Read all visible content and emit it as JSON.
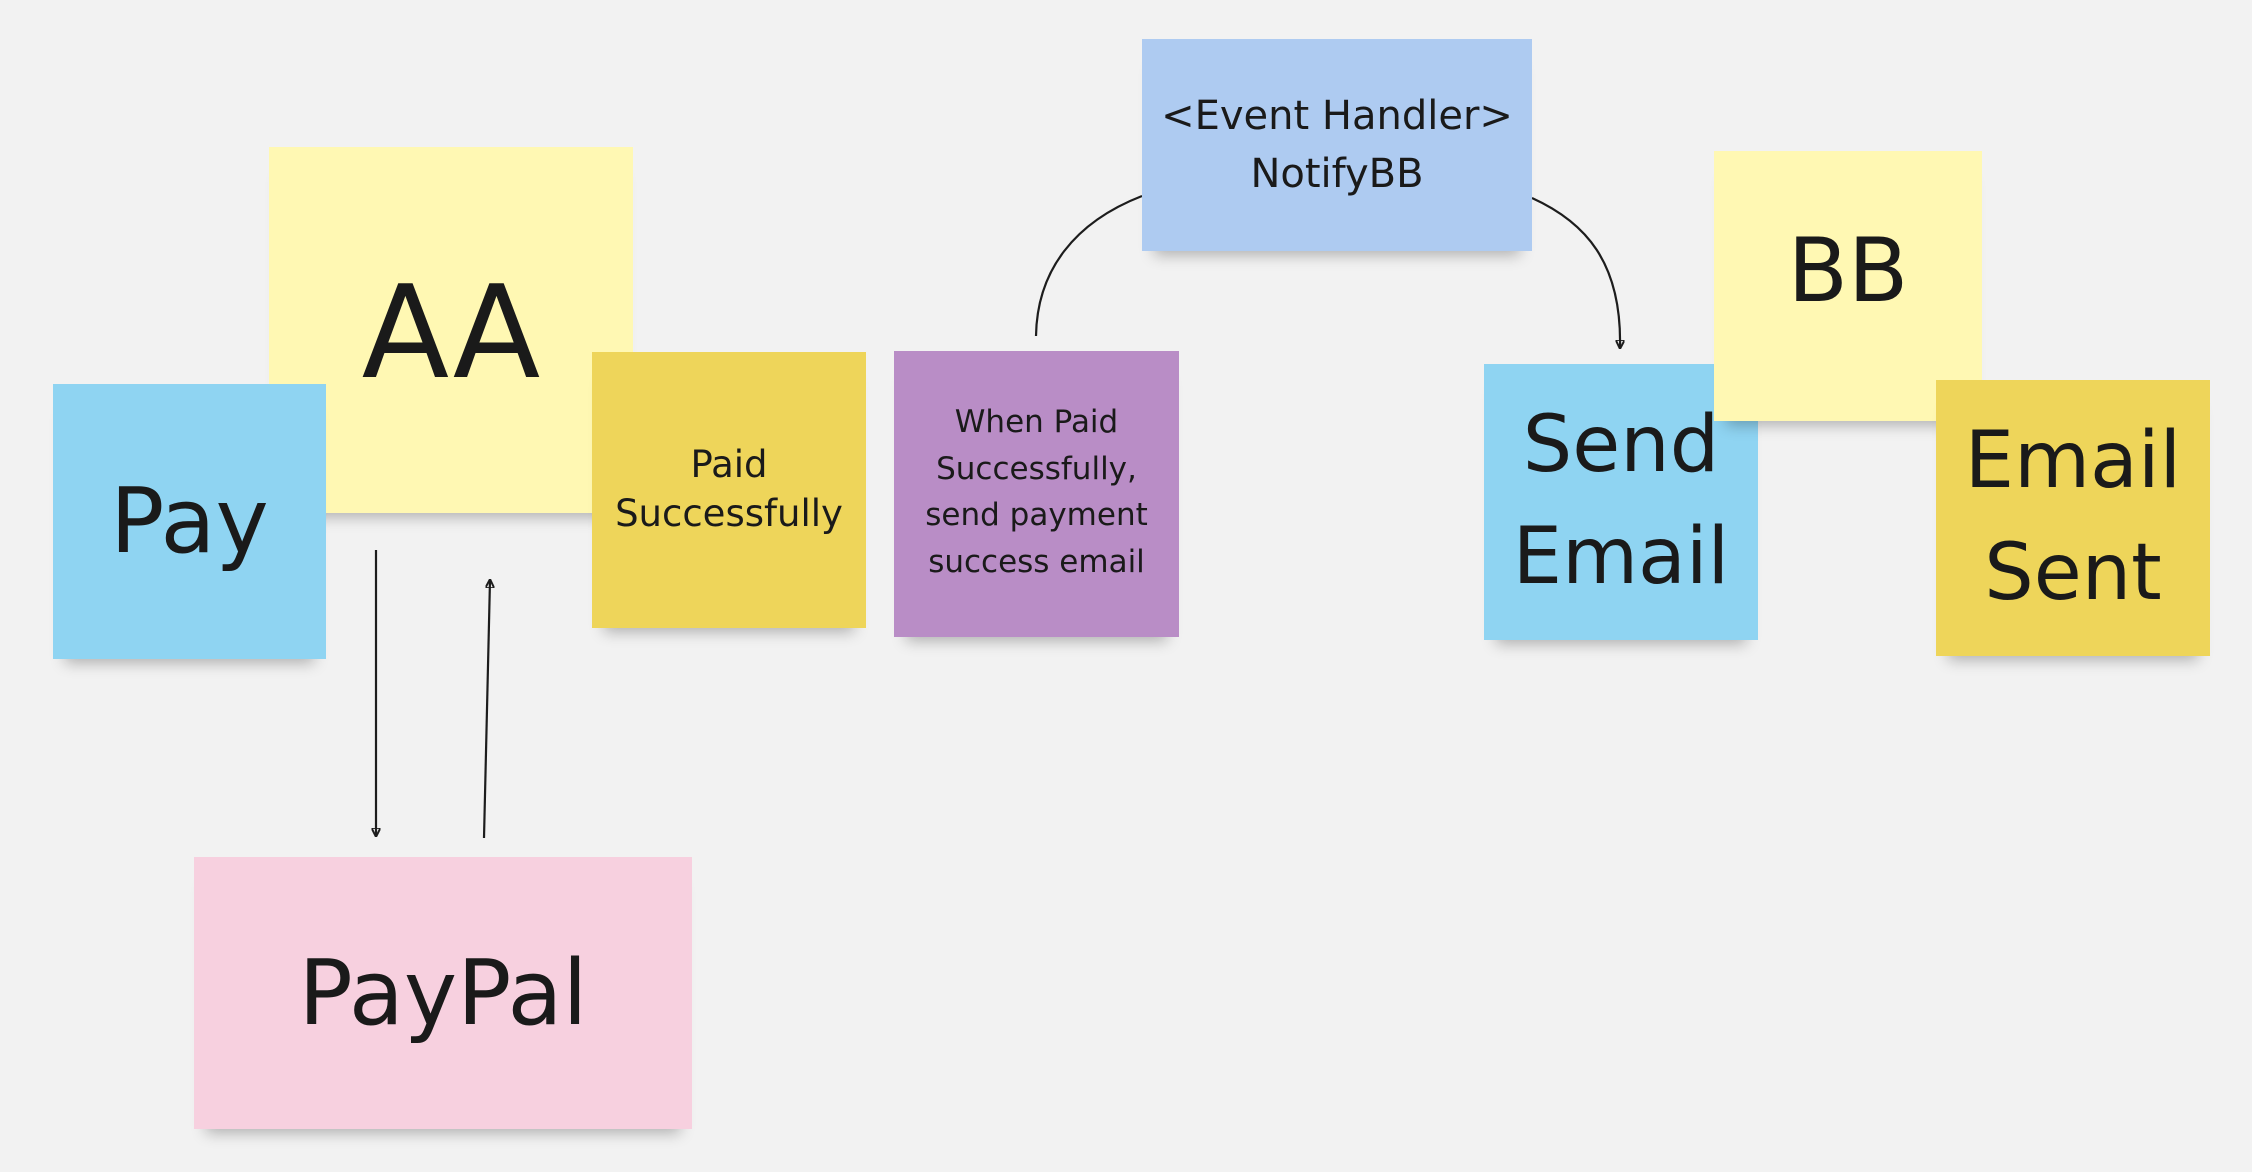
{
  "notes": {
    "aa": {
      "label": "AA",
      "color": "#fff8b3"
    },
    "pay": {
      "label": "Pay",
      "color": "#8fd4f2"
    },
    "paid_successfully": {
      "label": "Paid\nSuccessfully",
      "color": "#eed55a"
    },
    "when_paid": {
      "label": "When Paid\nSuccessfully,\nsend payment\nsuccess email",
      "color": "#b98dc6"
    },
    "event_handler": {
      "label": "<Event Handler>\nNotifyBB",
      "color": "#aecbf1"
    },
    "send_email": {
      "label": "Send\nEmail",
      "color": "#8fd4f2"
    },
    "bb": {
      "label": "BB",
      "color": "#fff8b3"
    },
    "email_sent": {
      "label": "Email\nSent",
      "color": "#eed55a"
    },
    "paypal": {
      "label": "PayPal",
      "color": "#f7d0df"
    }
  },
  "connectors": [
    {
      "from": "aa",
      "to": "paypal",
      "direction": "down"
    },
    {
      "from": "paypal",
      "to": "aa",
      "direction": "up"
    },
    {
      "from": "event_handler",
      "to": "when_paid",
      "direction": "none"
    },
    {
      "from": "event_handler",
      "to": "send_email",
      "direction": "down"
    }
  ]
}
